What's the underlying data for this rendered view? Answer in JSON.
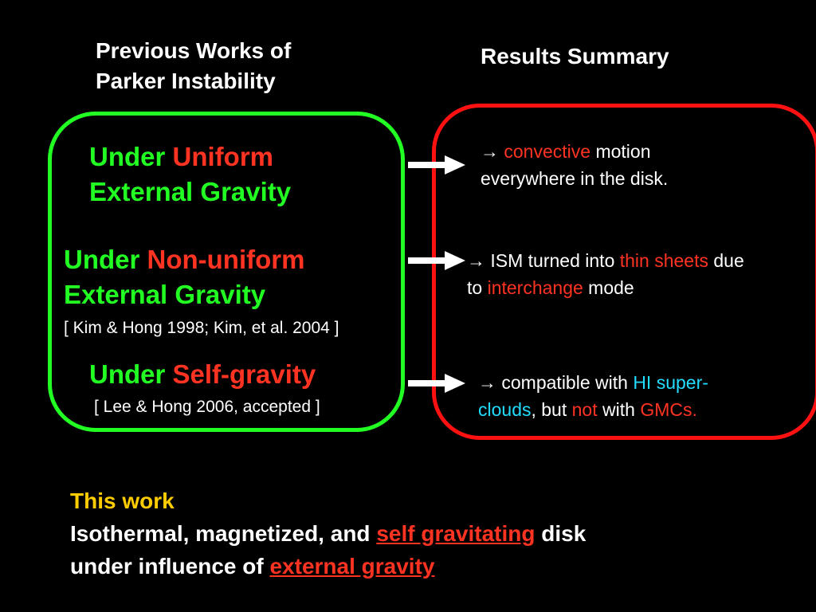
{
  "headers": {
    "previous_line1": "Previous Works of",
    "previous_line2": "Parker Instability",
    "results": "Results Summary"
  },
  "uniform": {
    "prefix": "Under",
    "highlight": "Uniform",
    "line2": "External Gravity"
  },
  "nonuniform": {
    "prefix": "Under",
    "highlight": "Non-uniform",
    "line2": "External Gravity",
    "citation": "[ Kim & Hong 1998; Kim, et al. 2004 ]"
  },
  "selfgravity": {
    "prefix": "Under",
    "highlight": "Self-gravity",
    "citation": "[ Lee & Hong 2006, accepted ]"
  },
  "results": {
    "r1": {
      "arrow": "→",
      "highlight": "convective",
      "rest1": "motion",
      "line2": "everywhere in the disk."
    },
    "r2": {
      "arrow": "→",
      "text1": "ISM turned into",
      "highlight1": "thin sheets",
      "text2": "due",
      "line2_prefix": "to",
      "highlight2": "interchange",
      "line2_suffix": "mode"
    },
    "r3": {
      "arrow": "→",
      "text1": "compatible with",
      "hi": "HI",
      "super": "super-",
      "clouds": "clouds",
      "but": ", but",
      "not": "not",
      "with": "with",
      "gmcs": "GMCs."
    }
  },
  "bottom": {
    "this_work": "This work",
    "line1_prefix": "Isothermal, magnetized, and",
    "line1_highlight": "self gravitating",
    "line1_suffix": "disk",
    "line2_prefix": "under influence of",
    "line2_highlight": "external gravity"
  },
  "colors": {
    "green": "#22ff22",
    "red": "#ff3322",
    "cyan": "#22ddff",
    "yellow": "#ffcc00",
    "box_right_border": "#ff1111"
  }
}
